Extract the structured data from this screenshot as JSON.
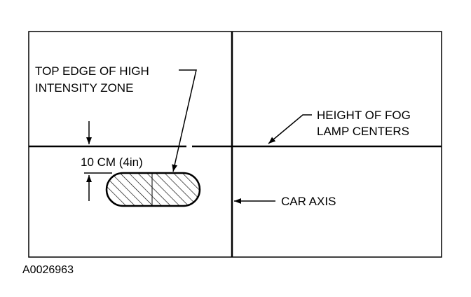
{
  "labels": {
    "top_edge_line1": "TOP EDGE OF HIGH",
    "top_edge_line2": "INTENSITY ZONE",
    "height_line1": "HEIGHT OF FOG",
    "height_line2": "LAMP CENTERS",
    "distance": "10 CM (4in)",
    "car_axis": "CAR AXIS"
  },
  "figure_id": "A0026963"
}
